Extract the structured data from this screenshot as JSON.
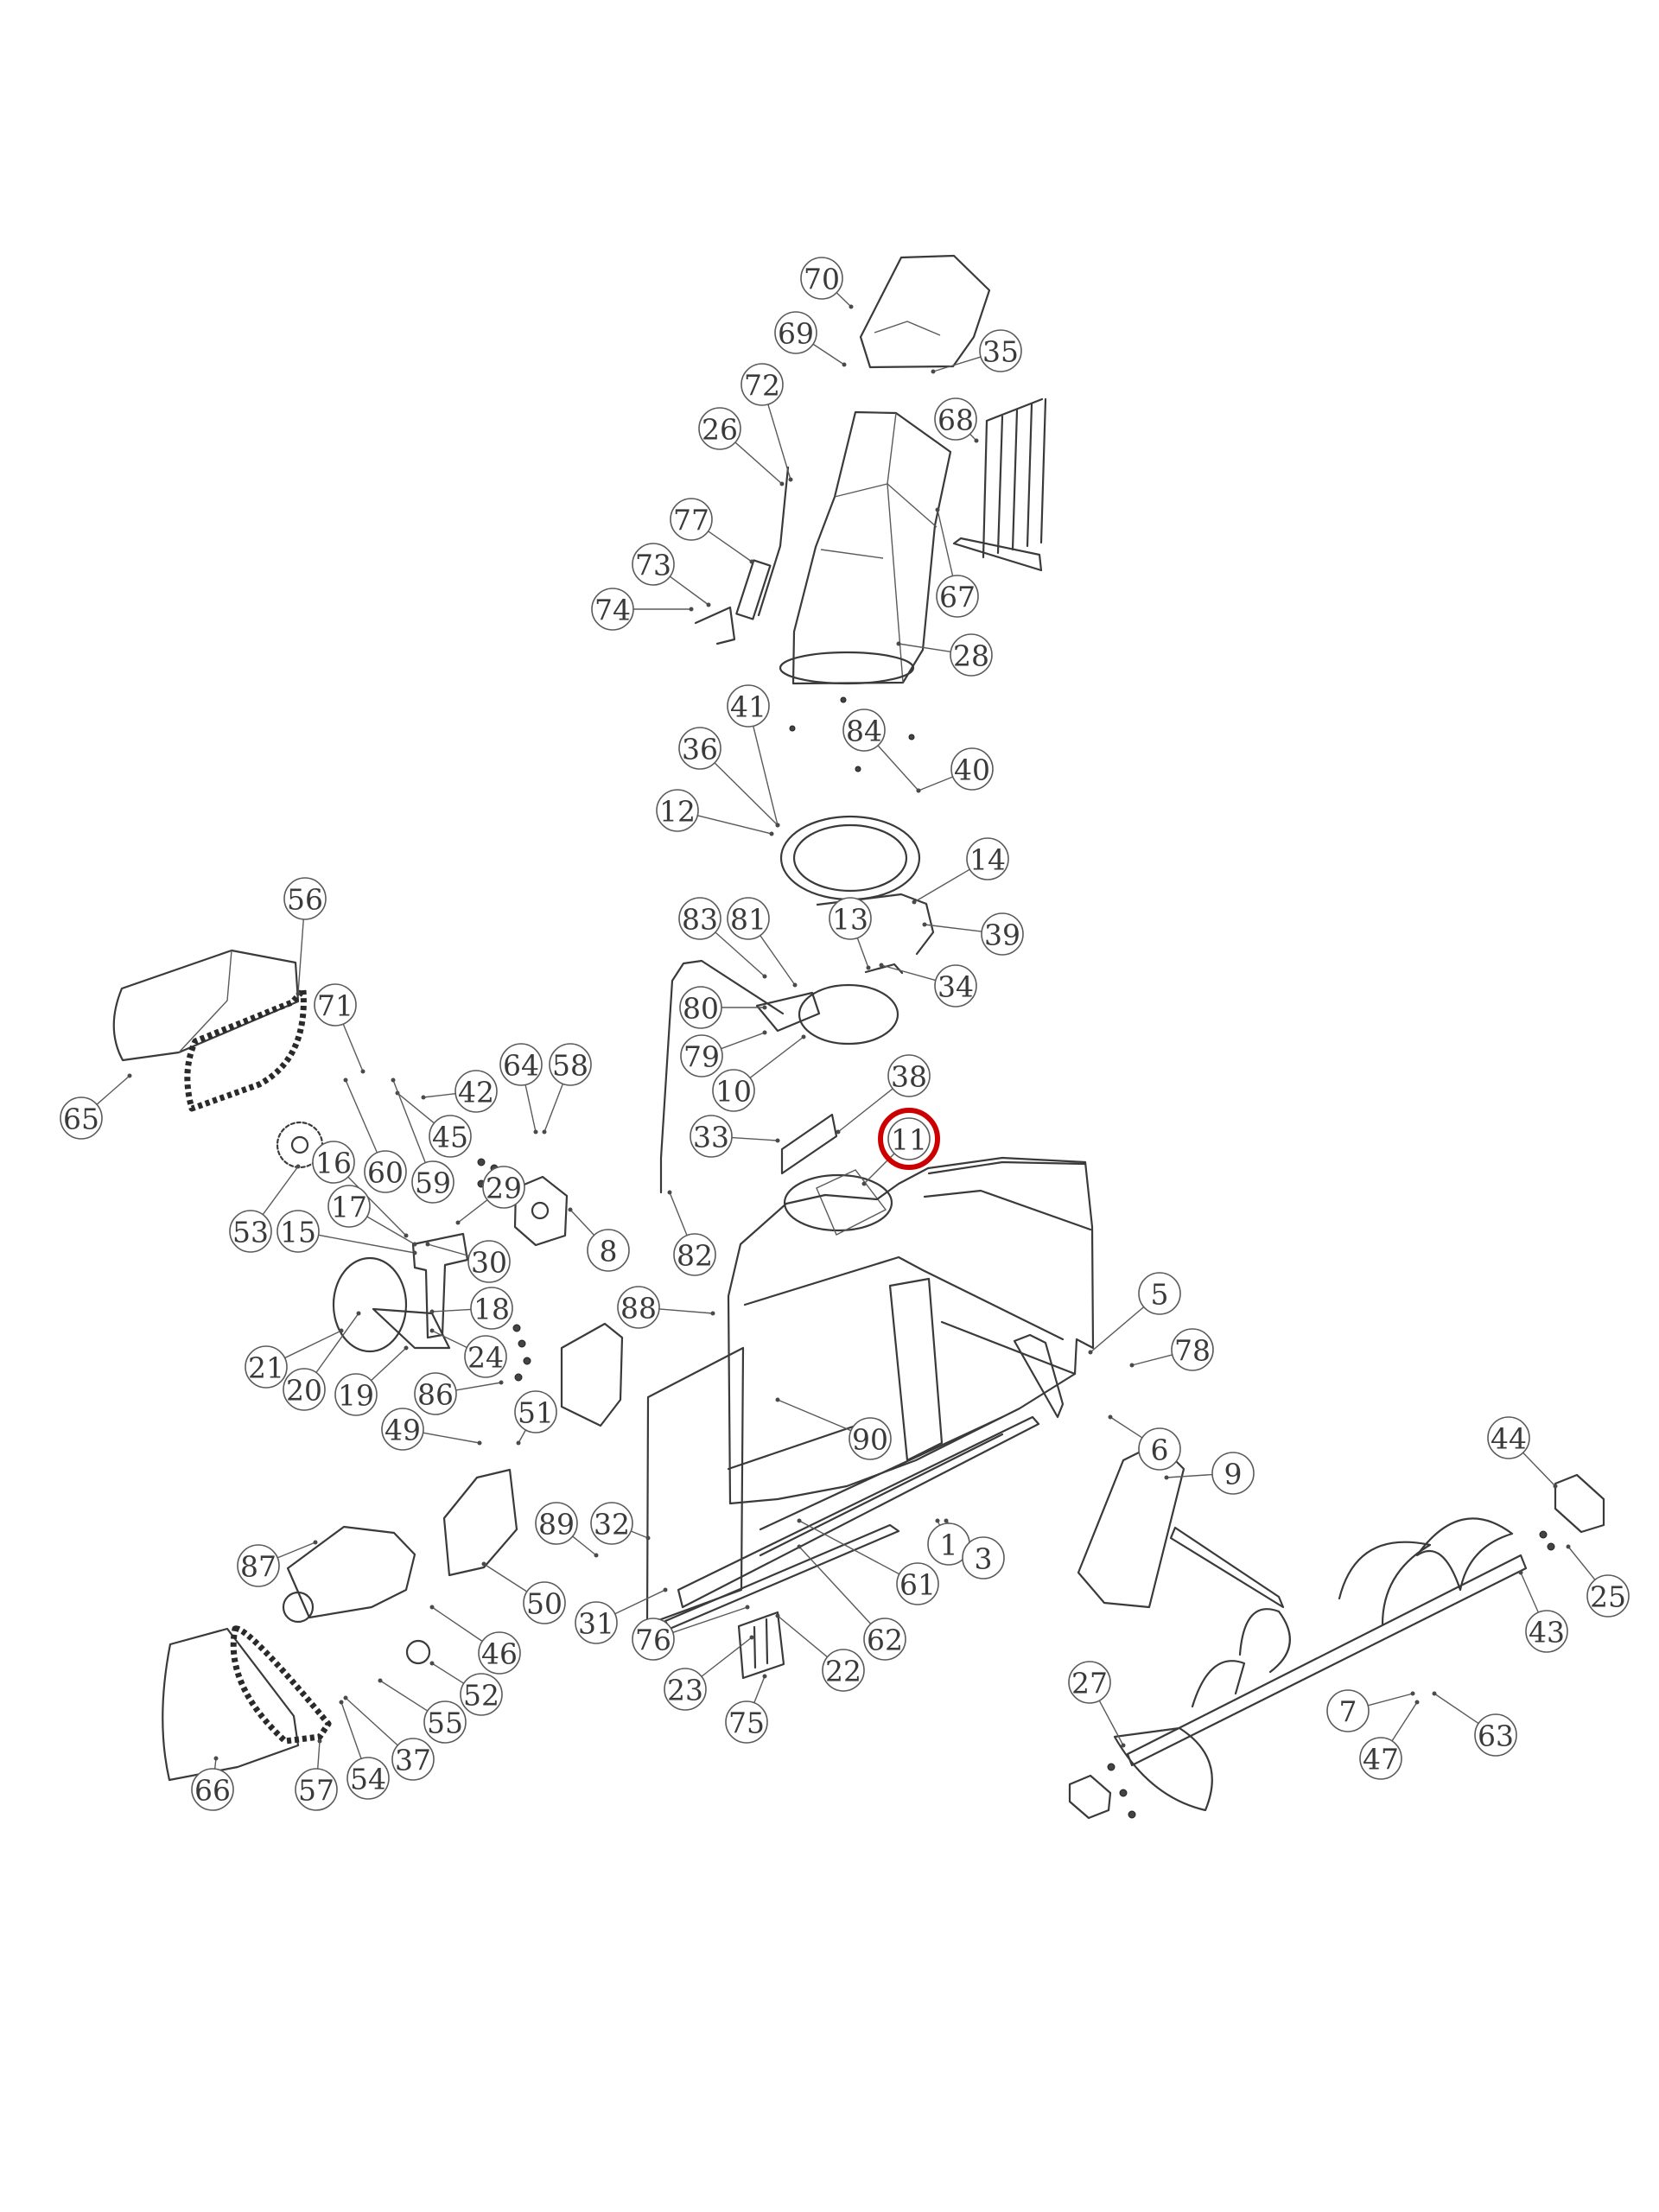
{
  "diagram": {
    "highlight_color": "#cc0000",
    "highlighted_part": "11",
    "callouts": [
      {
        "id": "1",
        "label": "1"
      },
      {
        "id": "3",
        "label": "3"
      },
      {
        "id": "5",
        "label": "5"
      },
      {
        "id": "6",
        "label": "6"
      },
      {
        "id": "7",
        "label": "7"
      },
      {
        "id": "8",
        "label": "8"
      },
      {
        "id": "9",
        "label": "9"
      },
      {
        "id": "10",
        "label": "10"
      },
      {
        "id": "11",
        "label": "11"
      },
      {
        "id": "12",
        "label": "12"
      },
      {
        "id": "13",
        "label": "13"
      },
      {
        "id": "14",
        "label": "14"
      },
      {
        "id": "15",
        "label": "15"
      },
      {
        "id": "16",
        "label": "16"
      },
      {
        "id": "17",
        "label": "17"
      },
      {
        "id": "18",
        "label": "18"
      },
      {
        "id": "19",
        "label": "19"
      },
      {
        "id": "20",
        "label": "20"
      },
      {
        "id": "21",
        "label": "21"
      },
      {
        "id": "22",
        "label": "22"
      },
      {
        "id": "23",
        "label": "23"
      },
      {
        "id": "24",
        "label": "24"
      },
      {
        "id": "25",
        "label": "25"
      },
      {
        "id": "26",
        "label": "26"
      },
      {
        "id": "27",
        "label": "27"
      },
      {
        "id": "28",
        "label": "28"
      },
      {
        "id": "29",
        "label": "29"
      },
      {
        "id": "30",
        "label": "30"
      },
      {
        "id": "31",
        "label": "31"
      },
      {
        "id": "32",
        "label": "32"
      },
      {
        "id": "33",
        "label": "33"
      },
      {
        "id": "34",
        "label": "34"
      },
      {
        "id": "35",
        "label": "35"
      },
      {
        "id": "36",
        "label": "36"
      },
      {
        "id": "37",
        "label": "37"
      },
      {
        "id": "38",
        "label": "38"
      },
      {
        "id": "39",
        "label": "39"
      },
      {
        "id": "40",
        "label": "40"
      },
      {
        "id": "41",
        "label": "41"
      },
      {
        "id": "42",
        "label": "42"
      },
      {
        "id": "43",
        "label": "43"
      },
      {
        "id": "44",
        "label": "44"
      },
      {
        "id": "45",
        "label": "45"
      },
      {
        "id": "46",
        "label": "46"
      },
      {
        "id": "47",
        "label": "47"
      },
      {
        "id": "49",
        "label": "49"
      },
      {
        "id": "50",
        "label": "50"
      },
      {
        "id": "51",
        "label": "51"
      },
      {
        "id": "52",
        "label": "52"
      },
      {
        "id": "53",
        "label": "53"
      },
      {
        "id": "54",
        "label": "54"
      },
      {
        "id": "55",
        "label": "55"
      },
      {
        "id": "56",
        "label": "56"
      },
      {
        "id": "57",
        "label": "57"
      },
      {
        "id": "58",
        "label": "58"
      },
      {
        "id": "59",
        "label": "59"
      },
      {
        "id": "60",
        "label": "60"
      },
      {
        "id": "61",
        "label": "61"
      },
      {
        "id": "62",
        "label": "62"
      },
      {
        "id": "63",
        "label": "63"
      },
      {
        "id": "64",
        "label": "64"
      },
      {
        "id": "65",
        "label": "65"
      },
      {
        "id": "66",
        "label": "66"
      },
      {
        "id": "67",
        "label": "67"
      },
      {
        "id": "68",
        "label": "68"
      },
      {
        "id": "69",
        "label": "69"
      },
      {
        "id": "70",
        "label": "70"
      },
      {
        "id": "71",
        "label": "71"
      },
      {
        "id": "72",
        "label": "72"
      },
      {
        "id": "73",
        "label": "73"
      },
      {
        "id": "74",
        "label": "74"
      },
      {
        "id": "75",
        "label": "75"
      },
      {
        "id": "76",
        "label": "76"
      },
      {
        "id": "77",
        "label": "77"
      },
      {
        "id": "78",
        "label": "78"
      },
      {
        "id": "79",
        "label": "79"
      },
      {
        "id": "80",
        "label": "80"
      },
      {
        "id": "81",
        "label": "81"
      },
      {
        "id": "82",
        "label": "82"
      },
      {
        "id": "83",
        "label": "83"
      },
      {
        "id": "84",
        "label": "84"
      },
      {
        "id": "86",
        "label": "86"
      },
      {
        "id": "87",
        "label": "87"
      },
      {
        "id": "88",
        "label": "88"
      },
      {
        "id": "89",
        "label": "89"
      },
      {
        "id": "90",
        "label": "90"
      }
    ]
  }
}
